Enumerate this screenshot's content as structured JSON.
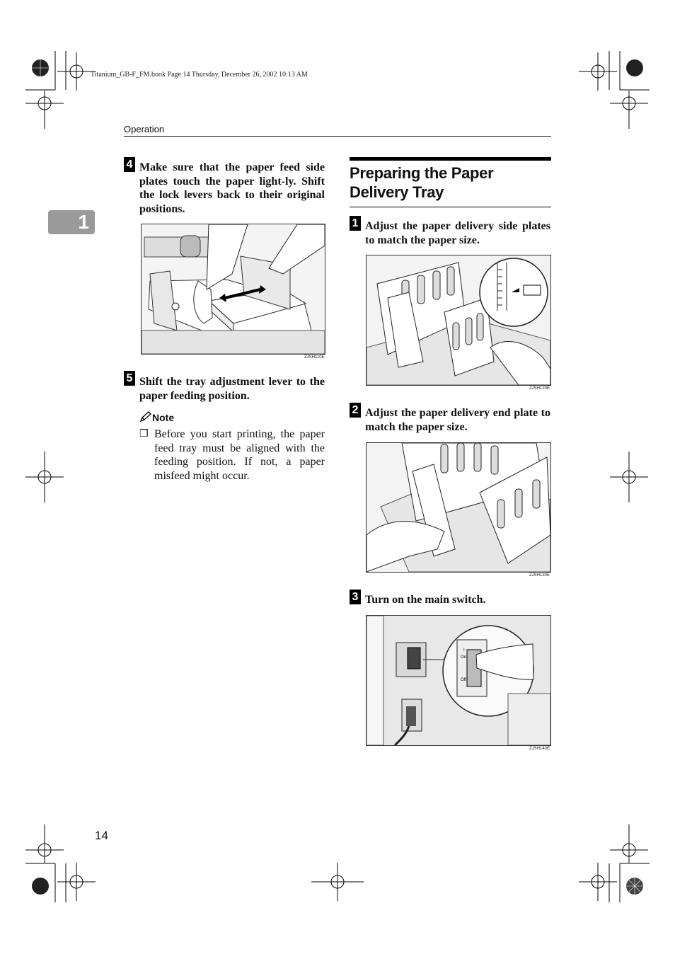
{
  "print_header": "Titanium_GB-F_FM.book  Page 14  Thursday, December 26, 2002  10:13 AM",
  "running_head": "Operation",
  "chapter_tab": "1",
  "left_column": {
    "step4": {
      "number": "4",
      "text": "Make sure that the paper feed side plates touch the paper light-ly. Shift the lock levers back to their original positions.",
      "figure_code": "ZJSH110E"
    },
    "step5": {
      "number": "5",
      "text": "Shift the tray adjustment lever to the paper feeding position."
    },
    "note": {
      "label": "Note",
      "items": [
        "Before you start printing, the paper feed tray must be aligned with the feeding position. If not, a paper misfeed might occur."
      ]
    }
  },
  "right_column": {
    "section_title": "Preparing the Paper Delivery Tray",
    "step1": {
      "number": "1",
      "text": "Adjust the paper delivery side plates to match the paper size.",
      "figure_code": "ZJSH120E"
    },
    "step2": {
      "number": "2",
      "text": "Adjust the paper delivery end plate to match the paper size.",
      "figure_code": "ZJSH130E"
    },
    "step3": {
      "number": "3",
      "text": "Turn on the main switch.",
      "figure_code": "ZJSH140E",
      "switch_on": "On",
      "switch_off": "Off",
      "switch_i": "I"
    }
  },
  "page_number": "14"
}
